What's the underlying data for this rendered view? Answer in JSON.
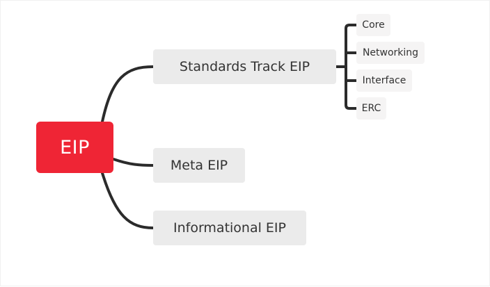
{
  "colors": {
    "root_fill": "#ef2535",
    "root_text": "#ffffff",
    "node_fill": "#ebebeb",
    "leaf_fill": "#f5f4f4",
    "line": "#2b2b2b",
    "text": "#333333"
  },
  "mindmap": {
    "root": {
      "label": "EIP"
    },
    "branches": [
      {
        "label": "Standards Track EIP",
        "children": [
          {
            "label": "Core"
          },
          {
            "label": "Networking"
          },
          {
            "label": "Interface"
          },
          {
            "label": "ERC"
          }
        ]
      },
      {
        "label": "Meta EIP",
        "children": []
      },
      {
        "label": "Informational EIP",
        "children": []
      }
    ]
  }
}
